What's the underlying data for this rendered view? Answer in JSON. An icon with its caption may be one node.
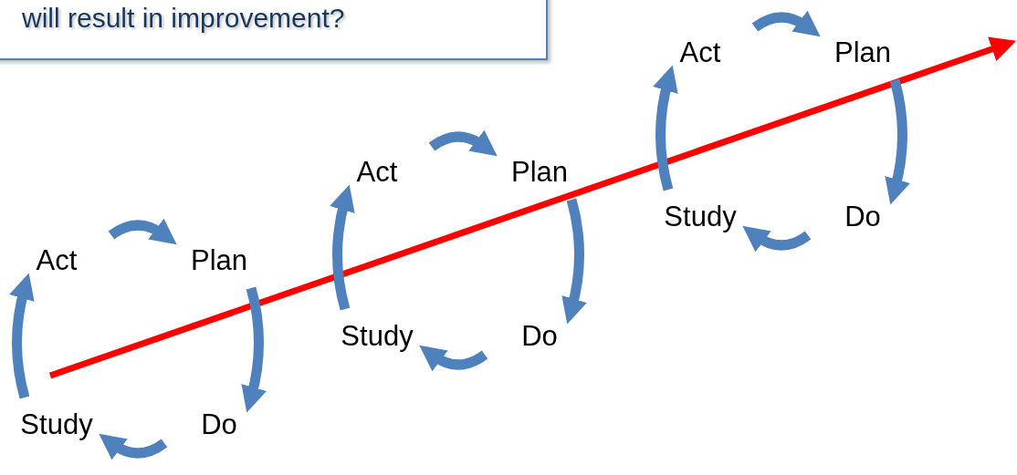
{
  "diagram": {
    "nodes": [
      {
        "text": [
          "will result in improvement?"
        ]
      },
      {
        "text": [
          "Act"
        ]
      },
      {
        "text": [
          "Plan"
        ]
      },
      {
        "text": [
          "Do"
        ]
      },
      {
        "text": [
          "Study"
        ]
      },
      {
        "text": [
          "Act"
        ]
      },
      {
        "text": [
          "Plan"
        ]
      },
      {
        "text": [
          "Do"
        ]
      },
      {
        "text": [
          "Study"
        ]
      },
      {
        "text": [
          "Act"
        ]
      },
      {
        "text": [
          "Plan"
        ]
      },
      {
        "text": [
          "Do"
        ]
      },
      {
        "text": [
          "Study"
        ]
      }
    ],
    "edges": [
      {
        "from": 1,
        "to": 2,
        "arrow": "to"
      },
      {
        "from": 2,
        "to": 3,
        "arrow": "to"
      },
      {
        "from": 3,
        "to": 4,
        "arrow": "to"
      },
      {
        "from": 4,
        "to": 1,
        "arrow": "to"
      },
      {
        "from": 5,
        "to": 6,
        "arrow": "to"
      },
      {
        "from": 6,
        "to": 7,
        "arrow": "to"
      },
      {
        "from": 7,
        "to": 8,
        "arrow": "to"
      },
      {
        "from": 8,
        "to": 5,
        "arrow": "to"
      },
      {
        "from": 9,
        "to": 10,
        "arrow": "to"
      },
      {
        "from": 10,
        "to": 11,
        "arrow": "to"
      },
      {
        "from": 11,
        "to": 12,
        "arrow": "to"
      },
      {
        "from": 12,
        "to": 9,
        "arrow": "to"
      }
    ]
  }
}
